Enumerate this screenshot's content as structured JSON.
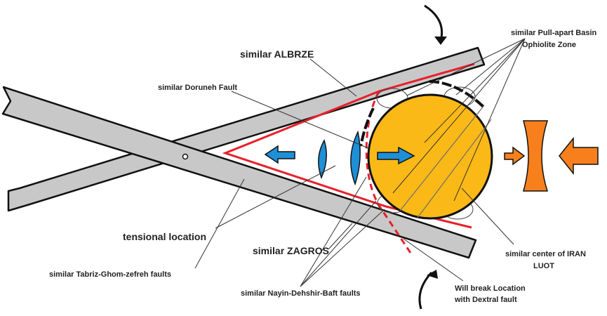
{
  "colors": {
    "plate_fill": "#c8c8c8",
    "outline": "#111111",
    "fault_red": "#e8202a",
    "block_yellow": "#fbb917",
    "arrow_blue": "#1f8fd6",
    "arrow_orange": "#f7801c"
  },
  "labels": {
    "albrze": "similar ALBRZE",
    "doruneh": "similar Doruneh Fault",
    "pullapart_1": "similar Pull-apart Basin",
    "pullapart_2": "Ophiolite Zone",
    "tensional": "tensional location",
    "zagros": "similar ZAGROS",
    "tabriz": "similar Tabriz-Ghom-zefreh faults",
    "nayin": "similar Nayin-Dehshir-Baft faults",
    "center_1": "similar center of IRAN",
    "center_2": "LUOT",
    "break_1": "Will break Location",
    "break_2": "with Dextral fault"
  }
}
